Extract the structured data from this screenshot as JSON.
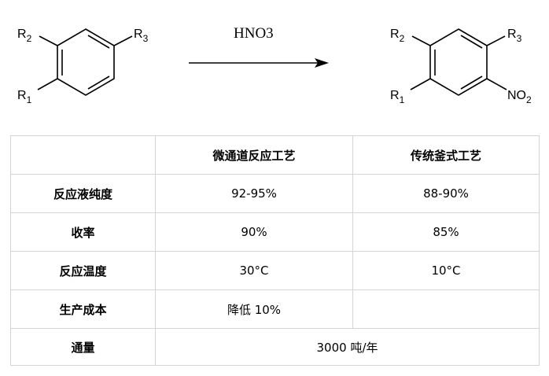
{
  "scheme": {
    "reactant": {
      "r1": "R",
      "r1_sub": "1",
      "r2": "R",
      "r2_sub": "2",
      "r3": "R",
      "r3_sub": "3"
    },
    "reagent": "HNO3",
    "product": {
      "r1": "R",
      "r1_sub": "1",
      "r2": "R",
      "r2_sub": "2",
      "r3": "R",
      "r3_sub": "3",
      "no2": "NO",
      "no2_sub": "2"
    }
  },
  "table": {
    "headers": [
      "",
      "微通道反应工艺",
      "传统釜式工艺"
    ],
    "rows": [
      {
        "label": "反应液纯度",
        "micro": "92-95%",
        "batch": "88-90%"
      },
      {
        "label": "收率",
        "micro": "90%",
        "batch": "85%"
      },
      {
        "label": "反应温度",
        "micro": "30°C",
        "batch": "10°C"
      },
      {
        "label": "生产成本",
        "micro": "降低 10%",
        "batch": ""
      }
    ],
    "throughput": {
      "label": "通量",
      "value": "3000 吨/年"
    }
  }
}
